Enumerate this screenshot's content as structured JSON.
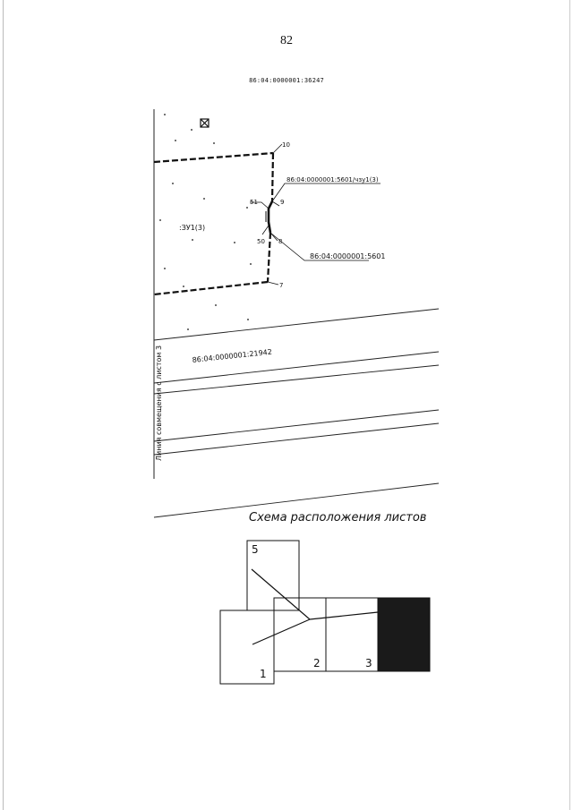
{
  "page": {
    "number": "82",
    "top_cadastral_number": "86:04:0000001:36247"
  },
  "drawing": {
    "parcel_label": ":ЗУ1(3)",
    "part_label": "86:04:0000001:5601/чзу1(3)",
    "neighbor_label": "86:04:0000001:5601",
    "road_label": "86:04:0000001:21942",
    "alignment_line_label": "Линия совмещения с листом 3",
    "points": [
      "10",
      "9",
      "51",
      "50",
      "8",
      "7"
    ]
  },
  "scheme": {
    "title": "Схема расположения листов",
    "sheets": [
      "1",
      "2",
      "3",
      "5"
    ],
    "current_sheet_fill": "#1a1a1a"
  }
}
